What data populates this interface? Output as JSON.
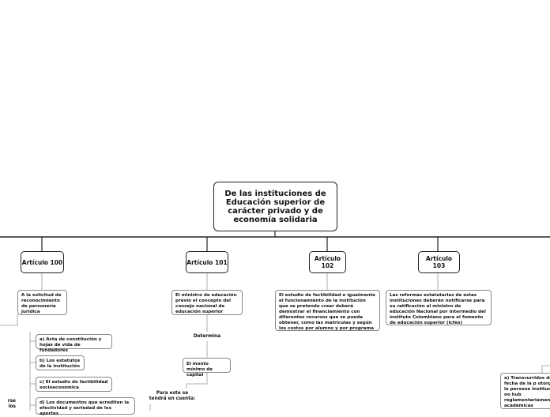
{
  "root": {
    "title": "De las instituciones de Educación superior de carácter privado y de economía solidaria"
  },
  "articles": [
    {
      "label": "Artículo 100",
      "desc": "A la solicitud de reconocimiento de personería jurídica"
    },
    {
      "label": "Artículo 101",
      "desc": "El ministro de educación previo el concepto del consejo nacional de educación superior"
    },
    {
      "label": "Artículo 102",
      "desc": "El estudio de factibilidad e igualmente el funcionamiento de la institución que se pretende crear deberá demostrar el financiamiento con diferentes recursos que se pueda obtener, como las matrículas y según los costos por alumno y por programa"
    },
    {
      "label": "Artículo 103",
      "desc": "Las reformas estatutarias de estas instituciones deberán notificarse para su ratificación al ministro de educación Nacional por intermedio del instituto Colombiano para el fomento de educación superior (Icfes)"
    }
  ],
  "art100_items": [
    "a) Acta de constitución y hojas de vida de fundadores",
    "b) Los estatutos de la institución",
    "c) El estudio de factibilidad socioeconómica",
    "d) Los documentos que acrediten la efectividad y seriedad de los aportes"
  ],
  "art100_partial_label": "rse los",
  "art101_determina": "Determina",
  "art101_monto": "El monto mínimo de capital",
  "art101_para": "Para este se tendrá en cuenta:",
  "right_partial": "a) Transcurridos de la fecha de la p otorgó la persone institución no hub reglamentariamen académicas"
}
